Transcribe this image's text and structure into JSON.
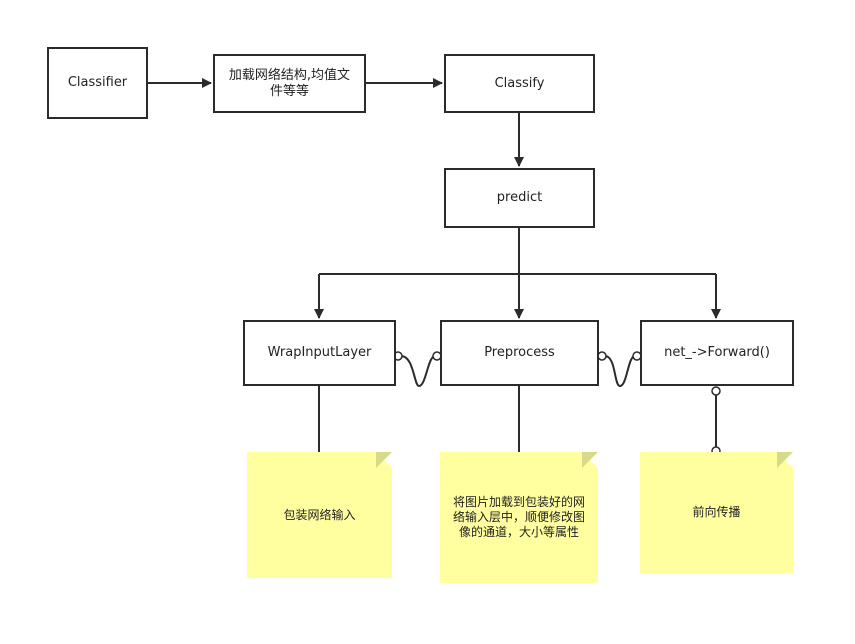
{
  "diagram": {
    "nodes": {
      "classifier": "Classifier",
      "load": "加载网络结构,均值文件等等",
      "classify": "Classify",
      "predict": "predict",
      "wrap_input_layer": "WrapInputLayer",
      "preprocess": "Preprocess",
      "forward": "net_->Forward()"
    },
    "notes": {
      "wrap_input_layer": "包装网络输入",
      "preprocess": "将图片加载到包装好的网络输入层中，顺便修改图像的通道，大小等属性",
      "forward": "前向传播"
    },
    "colors": {
      "line": "#2b2b2b",
      "box_border": "#2b2b2b",
      "note_fill": "#ffffa0"
    }
  }
}
